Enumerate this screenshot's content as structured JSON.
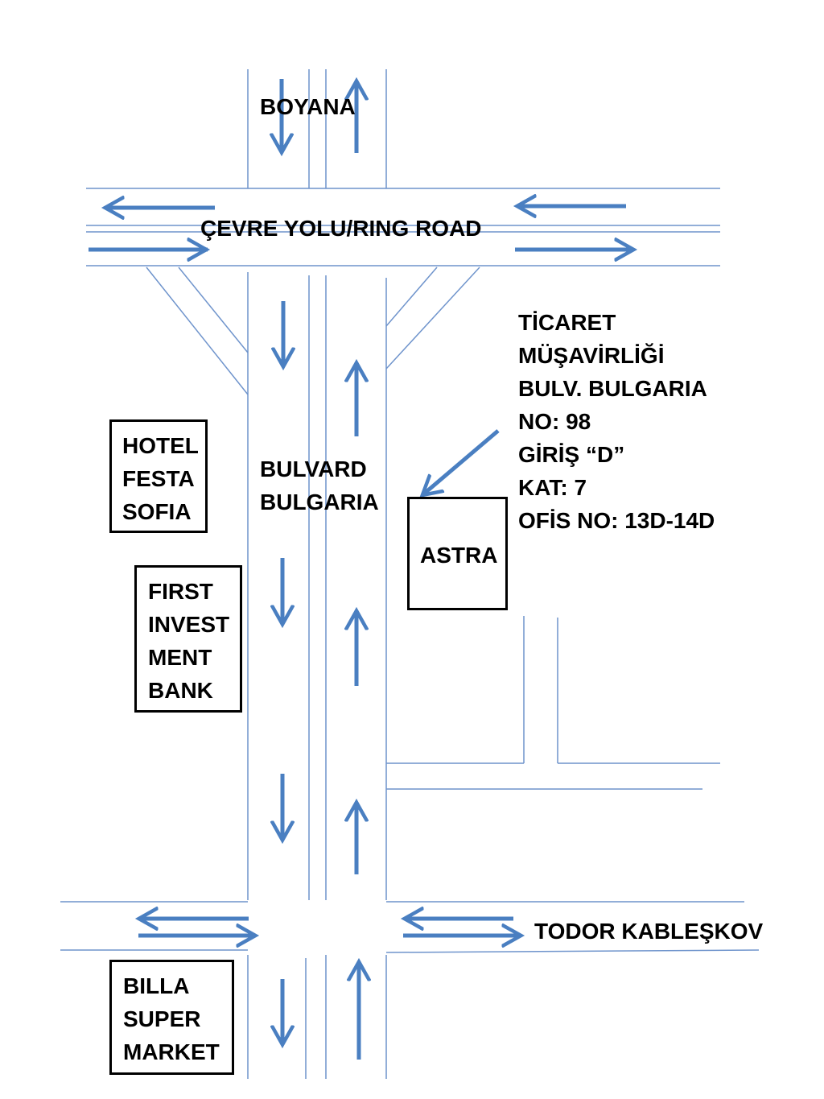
{
  "labels": {
    "boyana": "BOYANA",
    "ring_road": "ÇEVRE YOLU/RING ROAD",
    "boulevard": [
      "BULVARD",
      "BULGARIA"
    ],
    "todor": "TODOR KABLEŞKOV"
  },
  "info": [
    "TİCARET",
    "MÜŞAVİRLİĞİ",
    "BULV. BULGARIA",
    "NO: 98",
    "GİRİŞ “D”",
    "KAT: 7",
    "OFİS NO: 13D-14D"
  ],
  "boxes": {
    "hotel": [
      "HOTEL",
      "FESTA",
      "SOFIA"
    ],
    "bank": [
      "FIRST",
      "INVEST",
      "MENT",
      "BANK"
    ],
    "astra": [
      "ASTRA"
    ],
    "billa": [
      "BILLA",
      "SUPER",
      "MARKET"
    ]
  },
  "colors": {
    "road": "#6f94cc",
    "arrow": "#4a7fc1",
    "text": "#000000"
  }
}
